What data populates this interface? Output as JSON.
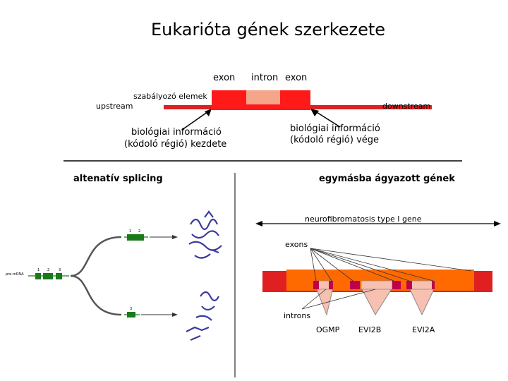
{
  "title": "Eukarióta gének szerkezete",
  "gene_structure": {
    "exon_left": "exon",
    "intron": "intron",
    "exon_right": "exon",
    "regulatory": "szabályozó elemek",
    "upstream": "upstream",
    "downstream": "downstream",
    "start_line1": "biológiai információ",
    "start_line2": "(kódoló régió) kezdete",
    "end_line1": "biológiai információ",
    "end_line2": "(kódoló régió) vége"
  },
  "splicing": {
    "heading": "altenatív splicing",
    "premrna": "pre-mRNA",
    "top_exons": [
      "1",
      "2"
    ],
    "mid_exons": [
      "1",
      "2",
      "3"
    ],
    "bottom_exons": [
      "3"
    ]
  },
  "nested": {
    "heading": "egymásba ágyazott gének",
    "gene_name": "neurofibromatosis type I gene",
    "exons": "exons",
    "introns": "introns",
    "genes": [
      "OGMP",
      "EVI2B",
      "EVI2A"
    ]
  },
  "colors": {
    "exon_red": "#ff1a1a",
    "intron_pink": "#f4a58a",
    "dna_red": "#e02020",
    "gene_orange": "#ff6a00",
    "nested_exon": "#c0004a",
    "nested_gene_pink": "#f8c0b0",
    "splice_green": "#1a7a1a",
    "protein_blue": "#3a3aa0"
  }
}
